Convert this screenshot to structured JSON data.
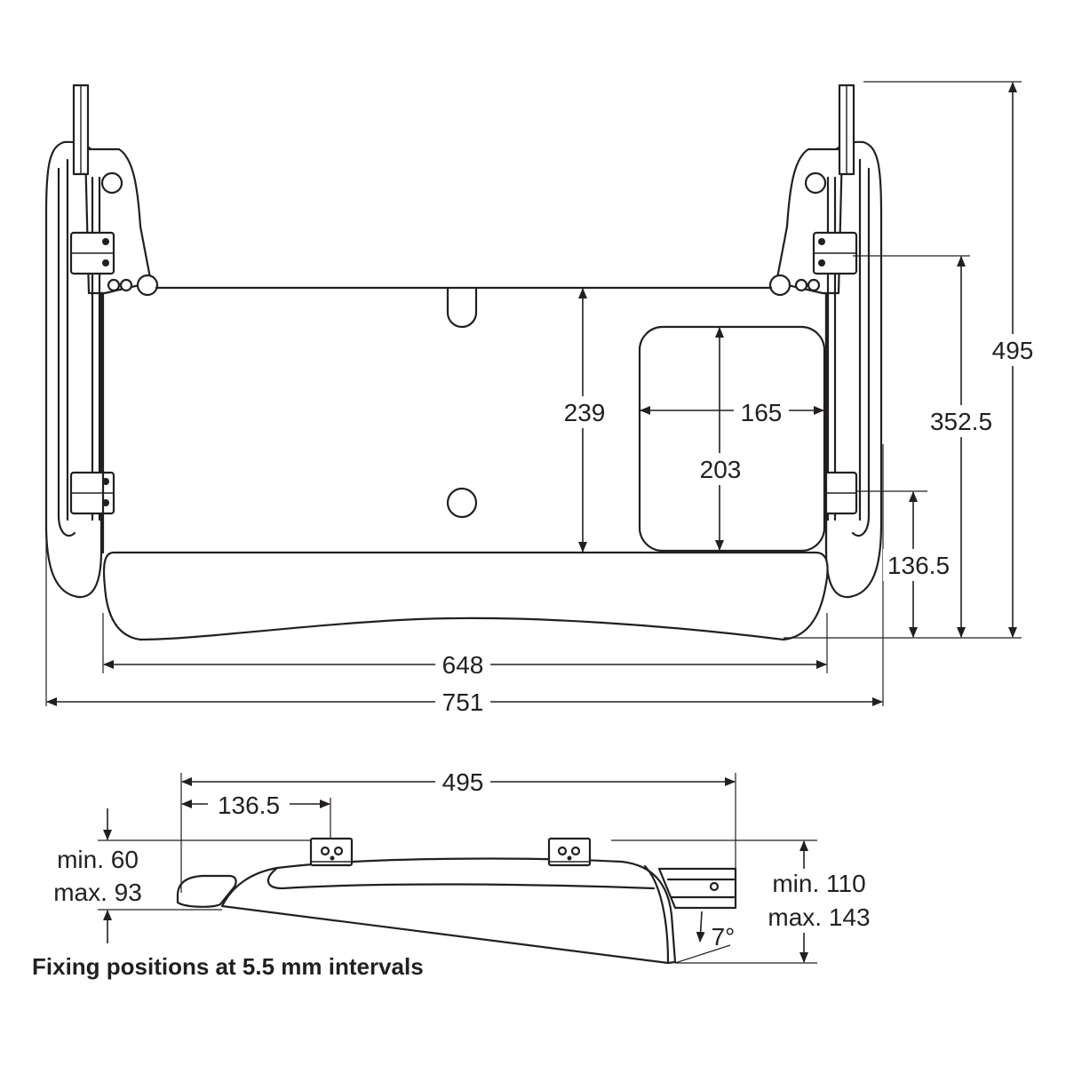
{
  "plan_view": {
    "dim_overall_width": "751",
    "dim_platform_width": "648",
    "dim_overall_depth": "495",
    "dim_bracket_depth": "352.5",
    "dim_front_depth": "136.5",
    "dim_platform_depth": "239",
    "dim_mouse_pad_width": "165",
    "dim_mouse_pad_depth": "203"
  },
  "side_view": {
    "dim_length": "495",
    "dim_front_bracket": "136.5",
    "rear_height_min": "min. 60",
    "rear_height_max": "max. 93",
    "front_height_min": "min. 110",
    "front_height_max": "max. 143",
    "tilt_angle": "7°",
    "fixing_note": "Fixing positions at 5.5 mm intervals"
  }
}
